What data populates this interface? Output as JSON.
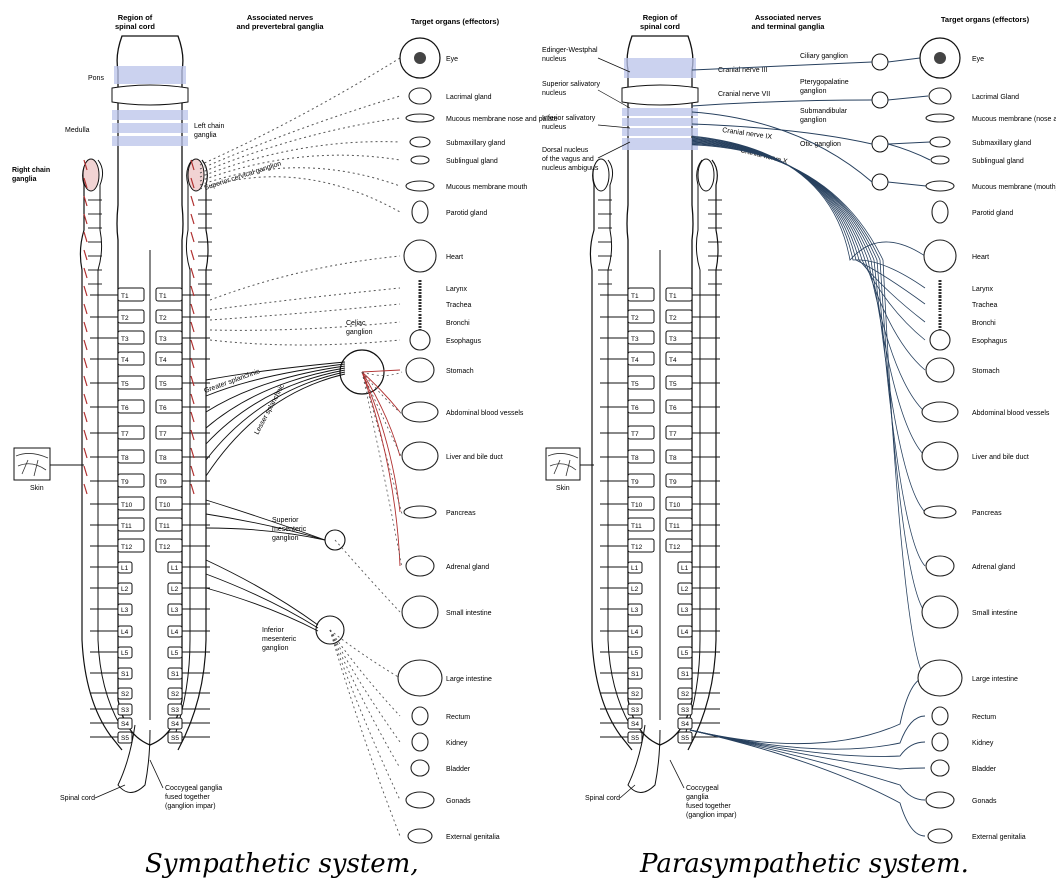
{
  "sympathetic": {
    "headers": {
      "region": [
        "Region of",
        "spinal cord"
      ],
      "nerves": [
        "Associated nerves",
        "and prevertebral ganglia"
      ],
      "targets": "Target organs (effectors)"
    },
    "labels": {
      "pons": "Pons",
      "medulla": "Medulla",
      "left_chain": [
        "Left chain",
        "ganglia"
      ],
      "right_chain": [
        "Right chain",
        "ganglia"
      ],
      "superior_cervical": "Superior cervical ganglion",
      "celiac": [
        "Celiac",
        "ganglion"
      ],
      "greater_splanchnic": "Greater splanchnic",
      "lesser_splanchnic": "Lesser splanchnic",
      "superior_mesenteric": [
        "Superior",
        "mesenteric",
        "ganglion"
      ],
      "inferior_mesenteric": [
        "Inferior",
        "mesenteric",
        "ganglion"
      ],
      "skin": "Skin",
      "spinal_cord": "Spinal cord",
      "coccygeal": [
        "Coccygeal ganglia",
        "fused together",
        "(ganglion impar)"
      ]
    },
    "segments": [
      "T1",
      "T2",
      "T3",
      "T4",
      "T5",
      "T6",
      "T7",
      "T8",
      "T9",
      "T10",
      "T11",
      "T12",
      "L1",
      "L2",
      "L3",
      "L4",
      "L5",
      "S1",
      "S2",
      "S3",
      "S4",
      "S5"
    ],
    "organs": [
      "Eye",
      "Lacrimal gland",
      "Mucous membrane nose and palate",
      "Submaxillary gland",
      "Sublingual gland",
      "Mucous membrane mouth",
      "Parotid gland",
      "Heart",
      "Larynx",
      "Trachea",
      "Bronchi",
      "Esophagus",
      "Stomach",
      "Abdominal blood vessels",
      "Liver and bile duct",
      "Pancreas",
      "Adrenal gland",
      "Small intestine",
      "Large intestine",
      "Rectum",
      "Kidney",
      "Bladder",
      "Gonads",
      "External genitalia"
    ],
    "caption": "Sympathetic system,"
  },
  "parasympathetic": {
    "headers": {
      "region": [
        "Region of",
        "spinal cord"
      ],
      "nerves": [
        "Associated nerves",
        "and terminal ganglia"
      ],
      "targets": "Target organs (effectors)"
    },
    "labels": {
      "edinger": [
        "Edinger-Westphal",
        "nucleus"
      ],
      "sup_salivatory": [
        "Superior salivatory",
        "nucleus"
      ],
      "inf_salivatory": [
        "Inferior salivatory",
        "nucleus"
      ],
      "dorsal_vagus": [
        "Dorsal nucleus",
        "of the vagus and",
        "nucleus ambiguus"
      ],
      "cn3": "Cranial nerve III",
      "cn7": "Cranial nerve VII",
      "cn9": "Cranial nerve IX",
      "cn10": "Cranial nerve X",
      "ciliary": "Ciliary ganglion",
      "pterygo": [
        "Pterygopalatine",
        "ganglion"
      ],
      "submand": [
        "Submandibular",
        "ganglion"
      ],
      "otic": "Otic ganglion",
      "skin": "Skin",
      "spinal_cord": "Spinal cord",
      "coccygeal": [
        "Coccygeal",
        "ganglia",
        "fused together",
        "(ganglion impar)"
      ]
    },
    "segments": [
      "T1",
      "T2",
      "T3",
      "T4",
      "T5",
      "T6",
      "T7",
      "T8",
      "T9",
      "T10",
      "T11",
      "T12",
      "L1",
      "L2",
      "L3",
      "L4",
      "L5",
      "S1",
      "S2",
      "S3",
      "S4",
      "S5"
    ],
    "organs": [
      "Eye",
      "Lacrimal Gland",
      "Mucous membrane (nose and palate)",
      "Submaxillary gland",
      "Sublingual gland",
      "Mucous membrane (mouth)",
      "Parotid gland",
      "Heart",
      "Larynx",
      "Trachea",
      "Bronchi",
      "Esophagus",
      "Stomach",
      "Abdominal blood vessels",
      "Liver and bile duct",
      "Pancreas",
      "Adrenal gland",
      "Small intestine",
      "Large intestine",
      "Rectum",
      "Kidney",
      "Bladder",
      "Gonads",
      "External genitalia"
    ],
    "caption": "Parasympathetic system."
  },
  "colors": {
    "nerve_red": "#b03030",
    "nerve_blue": "#27405e",
    "highlight": "#b9c3ea"
  }
}
